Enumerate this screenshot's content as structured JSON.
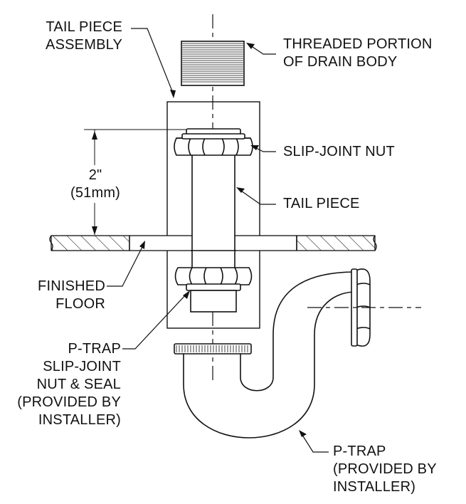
{
  "labels": {
    "tail_piece_assembly": [
      "TAIL PIECE",
      "ASSEMBLY"
    ],
    "threaded_portion": [
      "THREADED PORTION",
      "OF DRAIN BODY"
    ],
    "slip_joint_nut": [
      "SLIP-JOINT NUT"
    ],
    "dimension": [
      "2\"",
      "(51mm)"
    ],
    "tail_piece": [
      "TAIL PIECE"
    ],
    "finished_floor": [
      "FINISHED",
      "FLOOR"
    ],
    "p_trap_nut_seal": [
      "P-TRAP",
      "SLIP-JOINT",
      "NUT & SEAL",
      "(PROVIDED BY",
      "INSTALLER)"
    ],
    "p_trap": [
      "P-TRAP",
      "(PROVIDED BY",
      "INSTALLER)"
    ]
  }
}
